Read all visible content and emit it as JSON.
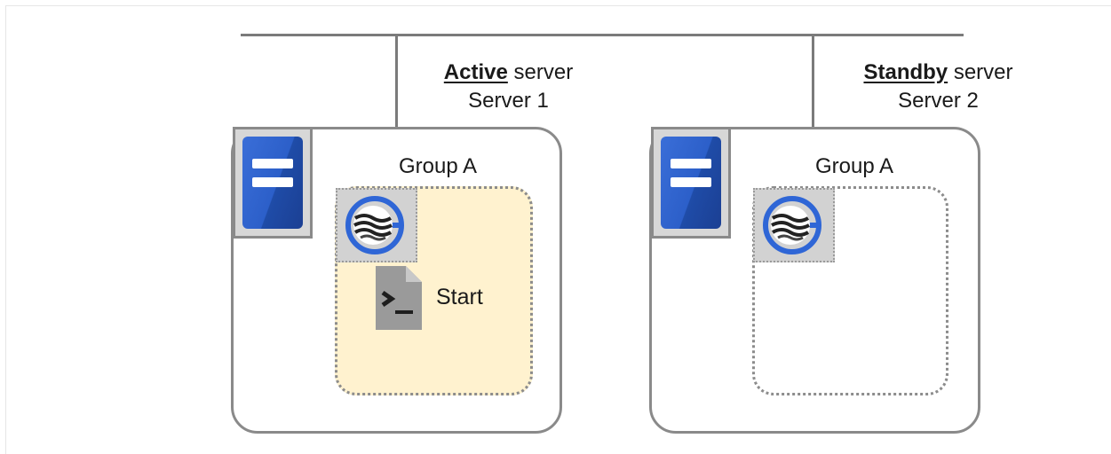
{
  "servers": [
    {
      "role": "Active",
      "suffix": " server",
      "name": "Server 1",
      "group": {
        "title": "Group A",
        "active": true,
        "script_label": "Start"
      }
    },
    {
      "role": "Standby",
      "suffix": " server",
      "name": "Server 2",
      "group": {
        "title": "Group A",
        "active": false
      }
    }
  ],
  "colors": {
    "line": "#7b7b7b",
    "server_blue": "#2c5fc9",
    "group_active_fill": "#fff2cf",
    "icon_ring": "#2f66d6"
  },
  "icons": [
    "server-icon",
    "group-resource-icon",
    "script-icon"
  ]
}
